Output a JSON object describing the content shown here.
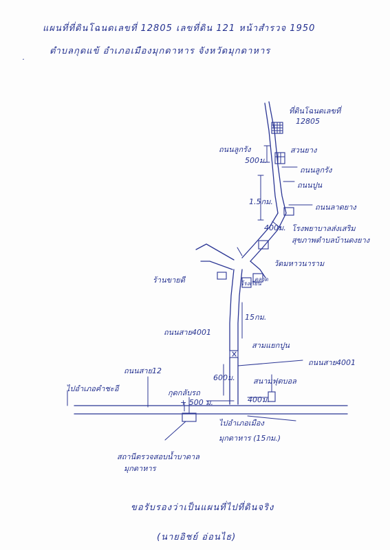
{
  "header": {
    "line1": "แผนที่ที่ดินโฉนดเลขที่ 12805 เลขที่ดิน 121 หน้าสำรวจ 1950",
    "line2": "ตำบลกุดแข้ อำเภอเมืองมุกดาหาร จังหวัดมุกดาหาร"
  },
  "labels": {
    "land_plot": "ที่ดินโฉนดเลขที่",
    "land_plot_no": "12805",
    "road_lukrang": "ถนนลูกรัง",
    "rubber_garden": "สวนยาง",
    "dist_500_top": "500ม.",
    "road_laterite": "ถนนลูกรัง",
    "road_concrete": "ถนนปูน",
    "dist_1_5km": "1.5กม.",
    "asphalt_road": "ถนนลาดยาง",
    "dist_400_mid": "400ม.",
    "promotion_hall": "โรงพยาบาลส่งเสริม",
    "health_center": "สุขภาพตำบลบ้านดงยาง",
    "temple": "วัดมหาวนาราม",
    "school_label": "โรงเรียน",
    "market_label": "ตลาด",
    "shop": "ร้านขายดี",
    "dist_15km": "15กม.",
    "road_4001_left": "ถนนสาย4001",
    "dist_600": "600ม.",
    "concrete_road_2": "สามแยกปูน",
    "road_4001_right": "ถนนสาย4001",
    "football_field": "สนามฟุตบอล",
    "dist_400_bottom": "400ม.",
    "road_12": "ถนนสาย12",
    "to_kham_cha_i": "ไปอำเภอคำชะอี",
    "kud_klap_rok": "กุดกลับรถ",
    "dist_500_bottom": "+ 500 ม.",
    "to_mueang": "ไปอำเภอเมือง",
    "mukdahan_15km": "มุกดาหาร (15กม.)",
    "station_line1": "สถานีตรวจสอบน้ำบาดาล",
    "station_line2": "มุกดาหาร"
  },
  "footer": {
    "certify": "ขอรับรองว่าเป็นแผนที่ไปที่ดินจริง",
    "signature": "(นายอิชย์ อ่อนไธ)"
  }
}
